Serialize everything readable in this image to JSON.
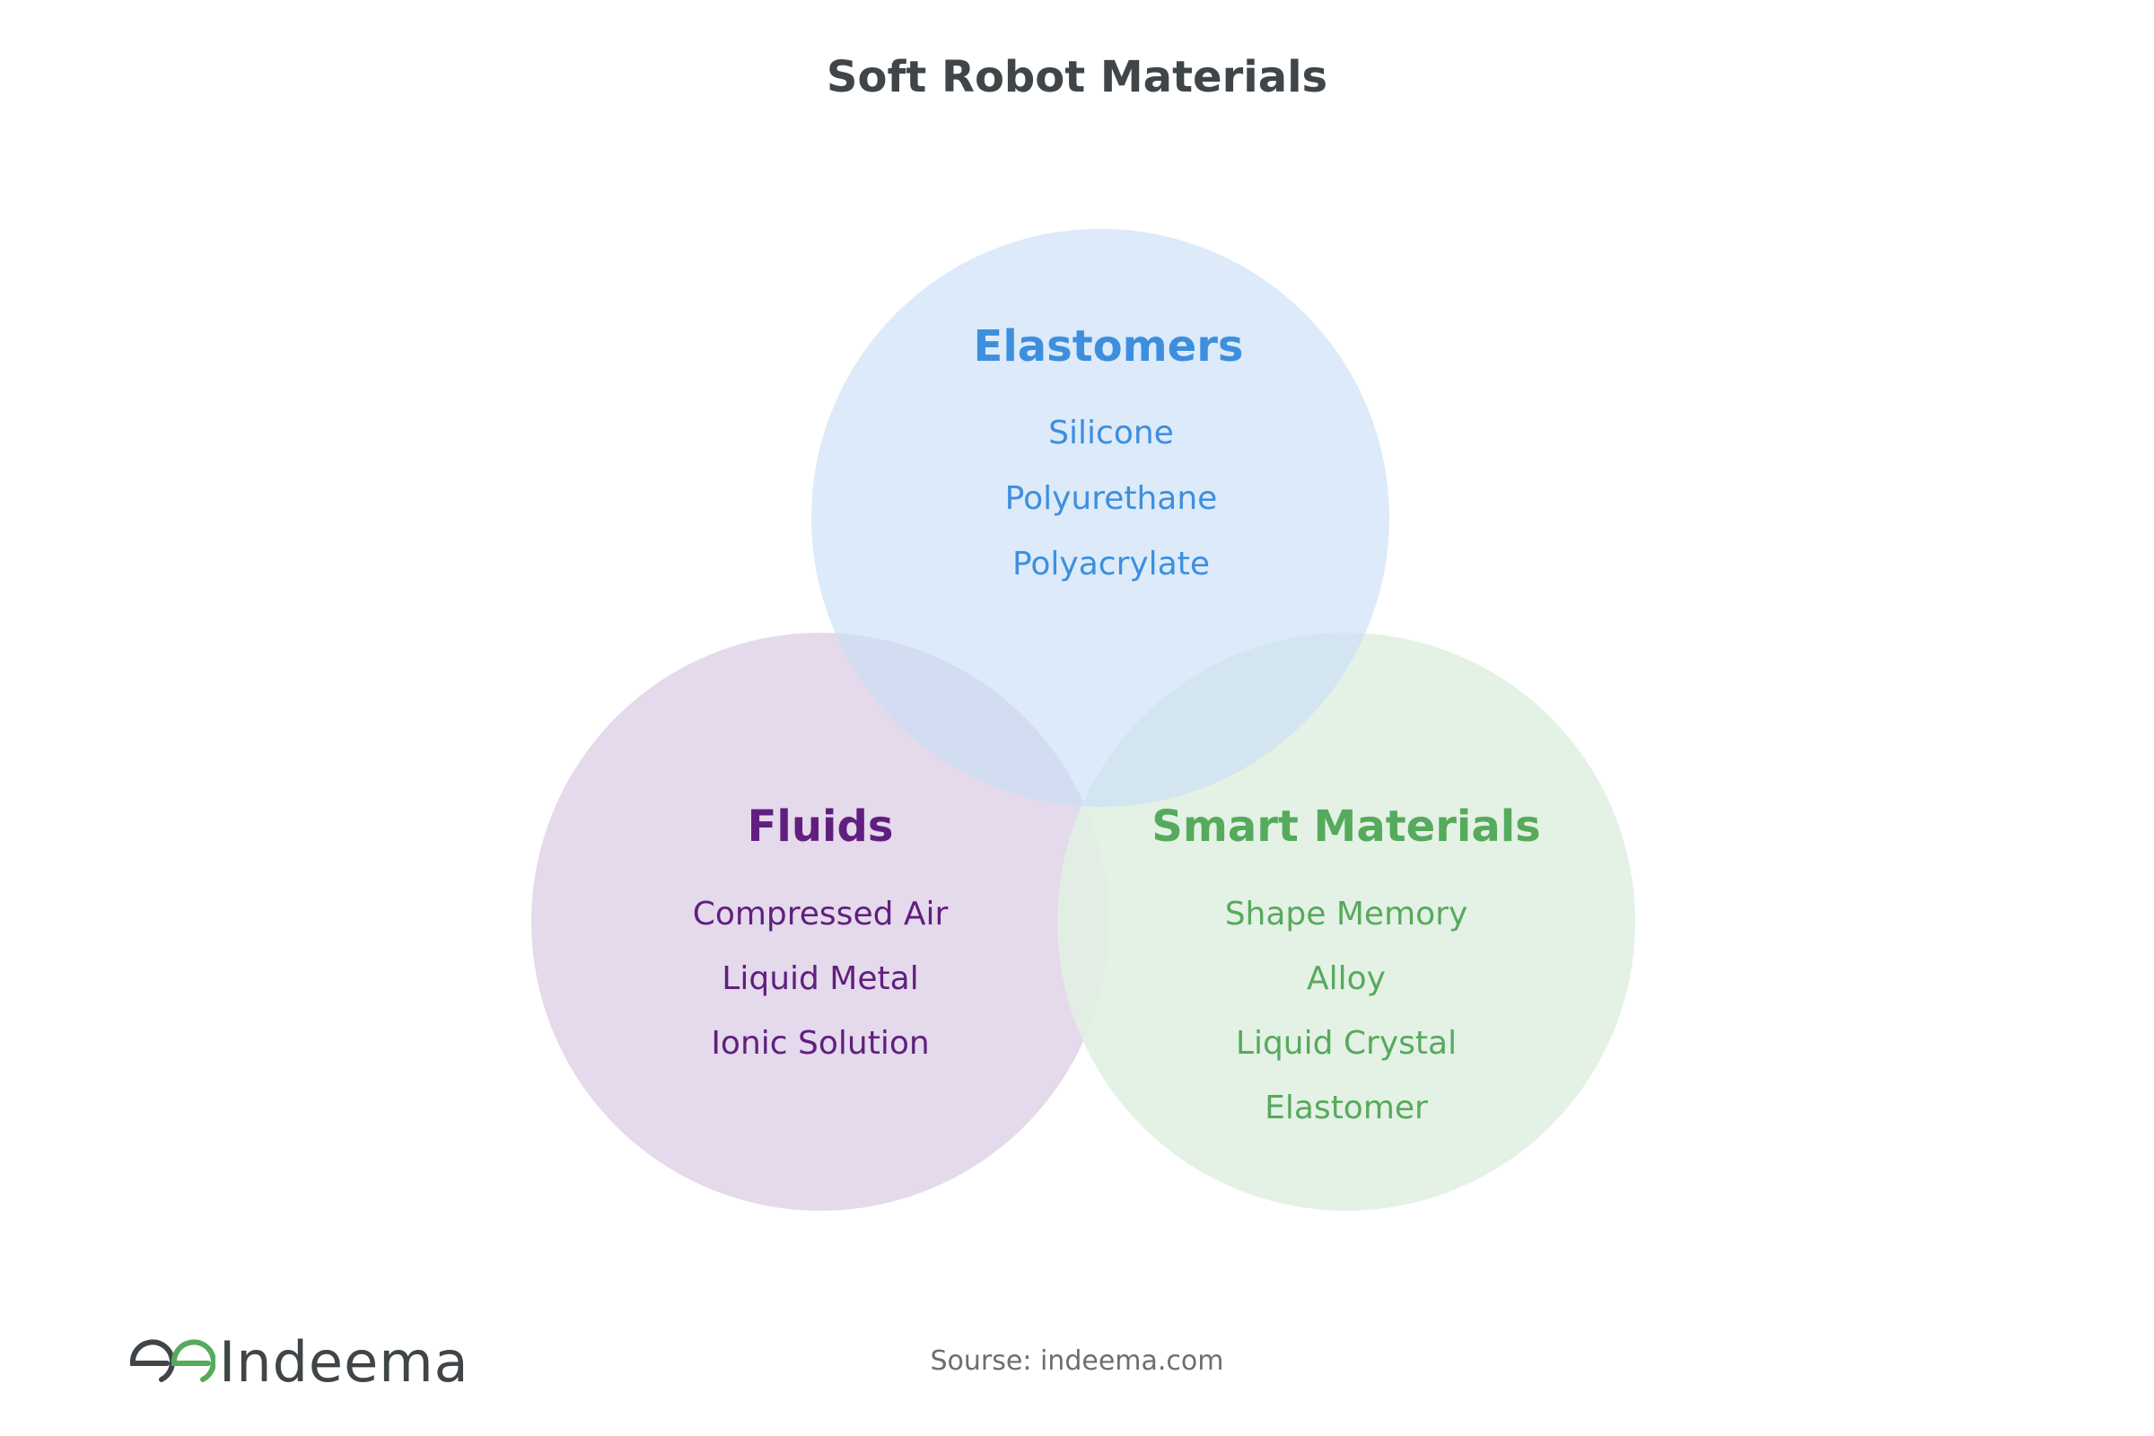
{
  "title": "Soft Robot Materials",
  "colors": {
    "elastomers_fill": "#dbeaf9",
    "elastomers_text": "#3d8fde",
    "fluids_fill": "#e5d9ec",
    "fluids_text": "#601f7e",
    "smart_fill": "#e4f2e5",
    "smart_text": "#56aa5c",
    "title_text": "#3f4548"
  },
  "sets": {
    "elastomers": {
      "name": "Elastomers",
      "items": [
        "Silicone",
        "Polyurethane",
        "Polyacrylate"
      ]
    },
    "fluids": {
      "name": "Fluids",
      "items": [
        "Compressed Air",
        "Liquid Metal",
        "Ionic Solution"
      ]
    },
    "smart": {
      "name": "Smart Materials",
      "items": [
        "Shape Memory",
        "Alloy",
        "Liquid Crystal",
        "Elastomer"
      ]
    }
  },
  "footer": {
    "source": "Sourse: indeema.com",
    "logo_text": "Indeema"
  }
}
